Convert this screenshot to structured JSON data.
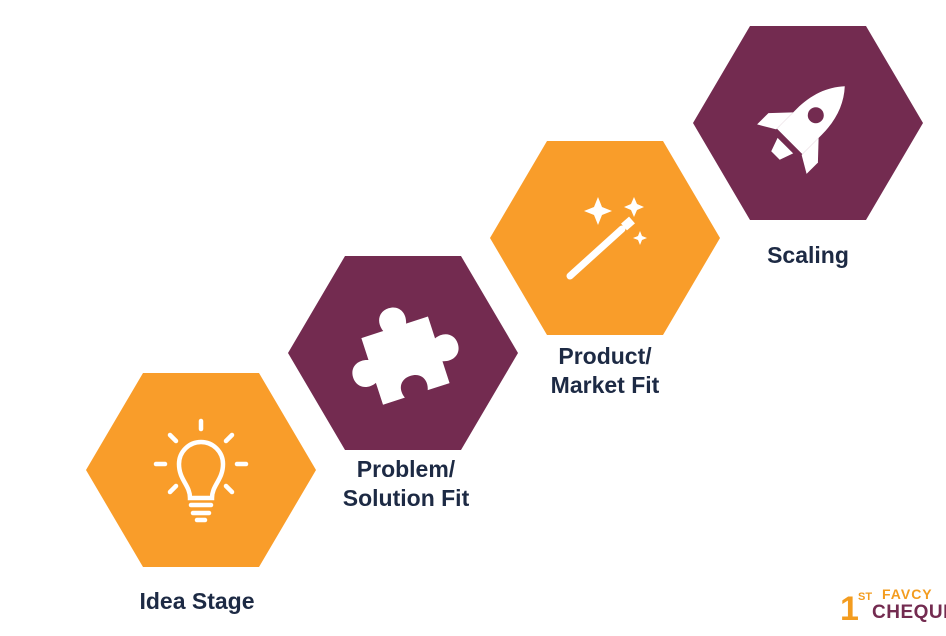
{
  "stages": [
    {
      "id": "idea",
      "icon": "lightbulb-icon",
      "color": "#f99d2a",
      "label_lines": [
        "Idea Stage"
      ]
    },
    {
      "id": "problem-solution",
      "icon": "puzzle-piece-icon",
      "color": "#732b50",
      "label_lines": [
        "Problem/",
        "Solution Fit"
      ]
    },
    {
      "id": "product-market",
      "icon": "magic-wand-icon",
      "color": "#f99d2a",
      "label_lines": [
        "Product/",
        "Market Fit"
      ]
    },
    {
      "id": "scaling",
      "icon": "rocket-icon",
      "color": "#732b50",
      "label_lines": [
        "Scaling"
      ]
    }
  ],
  "logo": {
    "numeral": "1",
    "superscript": "ST",
    "top_word": "FAVCY",
    "bottom_word": "CHEQUE",
    "primary_color": "#f39c1f",
    "secondary_color": "#732b50"
  },
  "colors": {
    "label_text": "#1d2a44",
    "icon_stroke": "#ffffff"
  }
}
